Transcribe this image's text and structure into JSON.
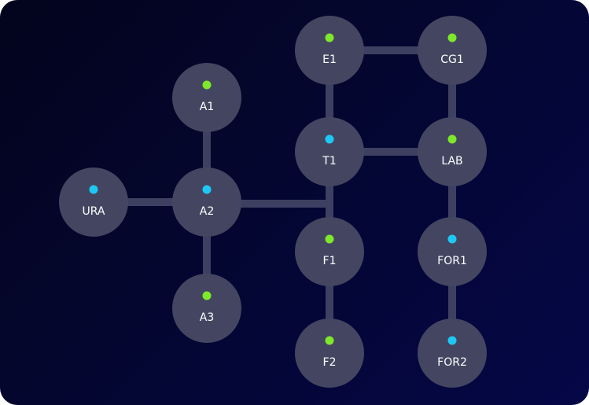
{
  "diagram": {
    "colors": {
      "background_start": "#03041c",
      "background_end": "#050747",
      "node": "#444661",
      "edge": "#3d4060",
      "label": "#ffffff",
      "status_green": "#7ee82a",
      "status_blue": "#1ec8f5"
    },
    "nodes": [
      {
        "id": "ura",
        "label": "URA",
        "status": "blue"
      },
      {
        "id": "a1",
        "label": "A1",
        "status": "green"
      },
      {
        "id": "a2",
        "label": "A2",
        "status": "blue"
      },
      {
        "id": "a3",
        "label": "A3",
        "status": "green"
      },
      {
        "id": "e1",
        "label": "E1",
        "status": "green"
      },
      {
        "id": "t1",
        "label": "T1",
        "status": "blue"
      },
      {
        "id": "f1",
        "label": "F1",
        "status": "green"
      },
      {
        "id": "f2",
        "label": "F2",
        "status": "green"
      },
      {
        "id": "cg1",
        "label": "CG1",
        "status": "green"
      },
      {
        "id": "lab",
        "label": "LAB",
        "status": "green"
      },
      {
        "id": "for1",
        "label": "FOR1",
        "status": "blue"
      },
      {
        "id": "for2",
        "label": "FOR2",
        "status": "blue"
      }
    ],
    "edges": [
      {
        "from": "ura",
        "to": "a2"
      },
      {
        "from": "a1",
        "to": "a2"
      },
      {
        "from": "a2",
        "to": "a3"
      },
      {
        "from": "a2",
        "to": "t1"
      },
      {
        "from": "e1",
        "to": "t1"
      },
      {
        "from": "t1",
        "to": "f1"
      },
      {
        "from": "f1",
        "to": "f2"
      },
      {
        "from": "e1",
        "to": "cg1"
      },
      {
        "from": "t1",
        "to": "lab"
      },
      {
        "from": "cg1",
        "to": "lab"
      },
      {
        "from": "lab",
        "to": "for1"
      },
      {
        "from": "for1",
        "to": "for2"
      }
    ]
  }
}
